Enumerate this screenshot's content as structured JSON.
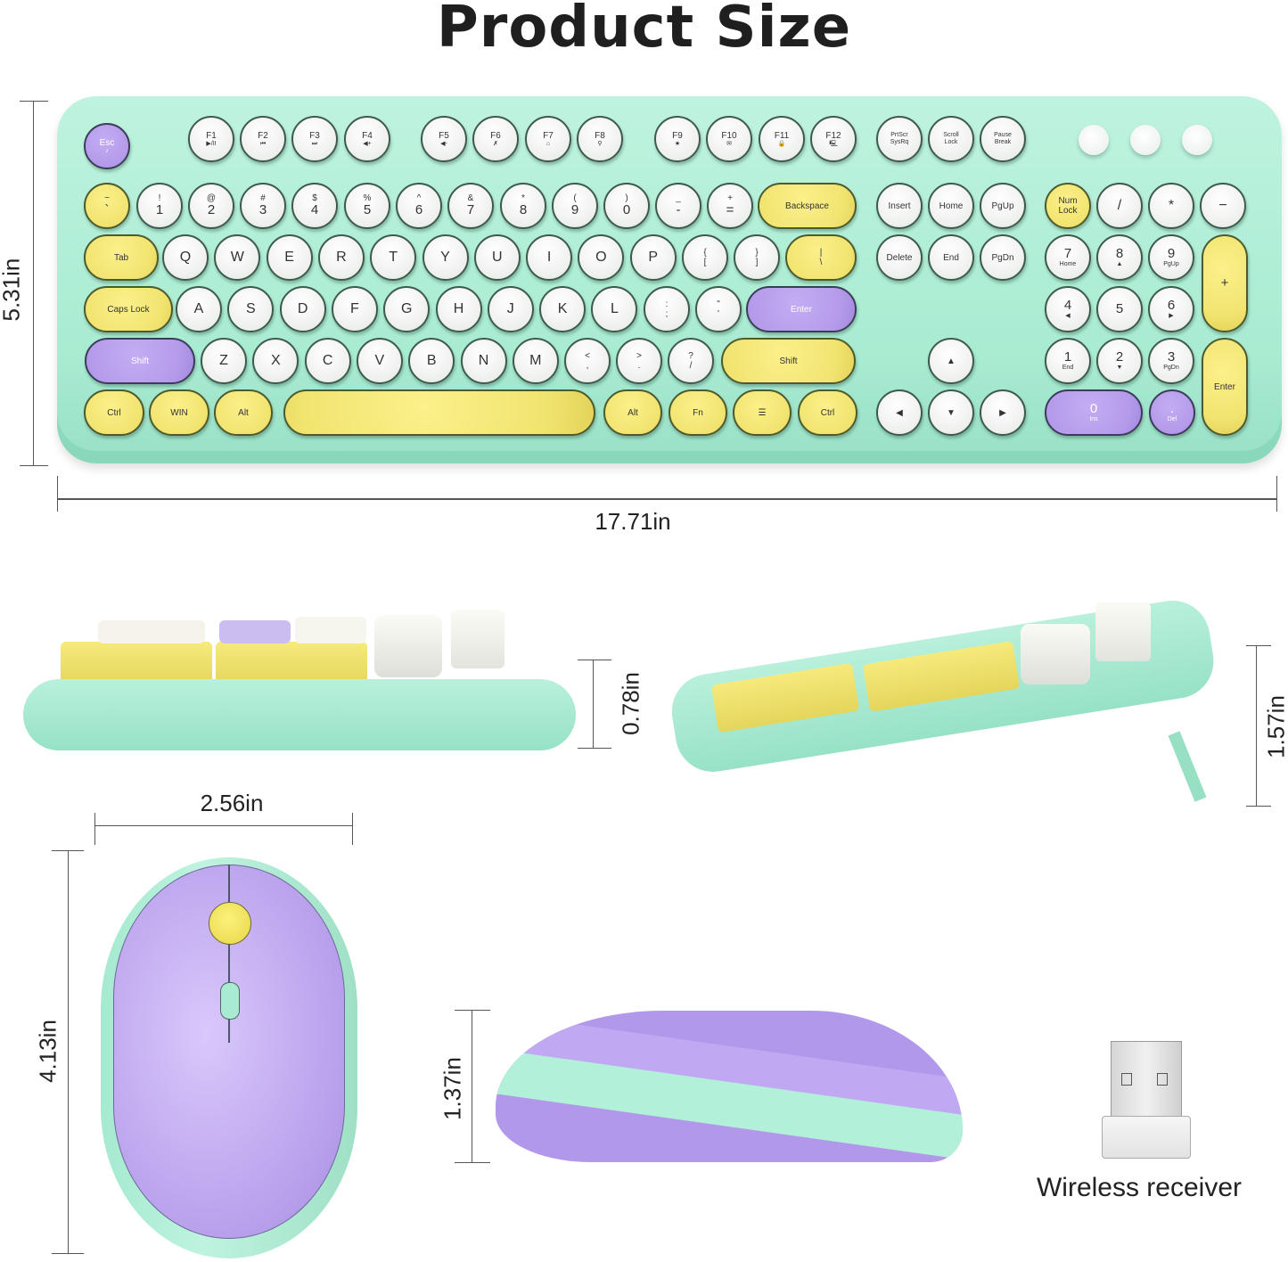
{
  "title": "Product Size",
  "colors": {
    "case": "#a8ecd2",
    "yellow": "#f1e470",
    "purple": "#b49aea",
    "white": "#eef0ee"
  },
  "dimensions": {
    "keyboard_height": "5.31in",
    "keyboard_width": "17.71in",
    "keyboard_side_thickness": "0.78in",
    "keyboard_side_tilted_height": "1.57in",
    "mouse_width": "2.56in",
    "mouse_length": "4.13in",
    "mouse_height": "1.37in"
  },
  "receiver_label": "Wireless receiver",
  "keys": {
    "esc": {
      "t": "Esc",
      "s": "♪"
    },
    "f": [
      {
        "t": "F1",
        "s": "▶/II"
      },
      {
        "t": "F2",
        "s": "⏮"
      },
      {
        "t": "F3",
        "s": "⏭"
      },
      {
        "t": "F4",
        "s": "◀+"
      },
      {
        "t": "F5",
        "s": "◀-"
      },
      {
        "t": "F6",
        "s": "✗"
      },
      {
        "t": "F7",
        "s": "⌂"
      },
      {
        "t": "F8",
        "s": "⚲"
      },
      {
        "t": "F9",
        "s": "★"
      },
      {
        "t": "F10",
        "s": "✉"
      },
      {
        "t": "F11",
        "s": "🔒"
      },
      {
        "t": "F12",
        "s": "🖳"
      }
    ],
    "sys": [
      {
        "t": "PrtScr",
        "s": "SysRq"
      },
      {
        "t": "Scroll",
        "s": "Lock"
      },
      {
        "t": "Pause",
        "s": "Break"
      }
    ],
    "num_row": [
      {
        "t": "~",
        "b": "`"
      },
      {
        "t": "!",
        "b": "1"
      },
      {
        "t": "@",
        "b": "2"
      },
      {
        "t": "#",
        "b": "3"
      },
      {
        "t": "$",
        "b": "4"
      },
      {
        "t": "%",
        "b": "5"
      },
      {
        "t": "^",
        "b": "6"
      },
      {
        "t": "&",
        "b": "7"
      },
      {
        "t": "*",
        "b": "8"
      },
      {
        "t": "(",
        "b": "9"
      },
      {
        "t": ")",
        "b": "0"
      },
      {
        "t": "_",
        "b": "-"
      },
      {
        "t": "+",
        "b": "="
      }
    ],
    "backspace": "Backspace",
    "tab": "Tab",
    "qrow": [
      "Q",
      "W",
      "E",
      "R",
      "T",
      "Y",
      "U",
      "I",
      "O",
      "P"
    ],
    "brackets": [
      {
        "t": "{",
        "b": "["
      },
      {
        "t": "}",
        "b": "]"
      },
      {
        "t": "|",
        "b": "\\"
      }
    ],
    "caps": "Caps Lock",
    "arow": [
      "A",
      "S",
      "D",
      "F",
      "G",
      "H",
      "J",
      "K",
      "L"
    ],
    "punct_a": [
      {
        "t": ":",
        "b": ";"
      },
      {
        "t": "\"",
        "b": "'"
      }
    ],
    "enter": "Enter",
    "shift_l": "Shift",
    "zrow": [
      "Z",
      "X",
      "C",
      "V",
      "B",
      "N",
      "M"
    ],
    "punct_z": [
      {
        "t": "<",
        "b": ","
      },
      {
        "t": ">",
        "b": "."
      },
      {
        "t": "?",
        "b": "/"
      }
    ],
    "shift_r": "Shift",
    "bottom_l": [
      "Ctrl",
      "WIN",
      "Alt"
    ],
    "bottom_r": [
      "Alt",
      "Fn",
      "☰",
      "Ctrl"
    ],
    "nav1": [
      "Insert",
      "Home",
      "PgUp"
    ],
    "nav2": [
      "Delete",
      "End",
      "PgDn"
    ],
    "arrows": {
      "up": "▲",
      "left": "◀",
      "down": "▼",
      "right": "▶"
    },
    "numlock": {
      "t": "Num",
      "s": "Lock"
    },
    "np_top": [
      "/",
      "*",
      "−"
    ],
    "np_plus": "+",
    "np789": [
      {
        "b": "7",
        "s": "Home"
      },
      {
        "b": "8",
        "s": "▲"
      },
      {
        "b": "9",
        "s": "PgUp"
      }
    ],
    "np456": [
      {
        "b": "4",
        "s": "◀"
      },
      {
        "b": "5",
        "s": ""
      },
      {
        "b": "6",
        "s": "▶"
      }
    ],
    "np123": [
      {
        "b": "1",
        "s": "End"
      },
      {
        "b": "2",
        "s": "▼"
      },
      {
        "b": "3",
        "s": "PgDn"
      }
    ],
    "np0": {
      "b": "0",
      "s": "Ins"
    },
    "npdot": {
      "b": ".",
      "s": "Del"
    },
    "np_enter": "Enter"
  }
}
